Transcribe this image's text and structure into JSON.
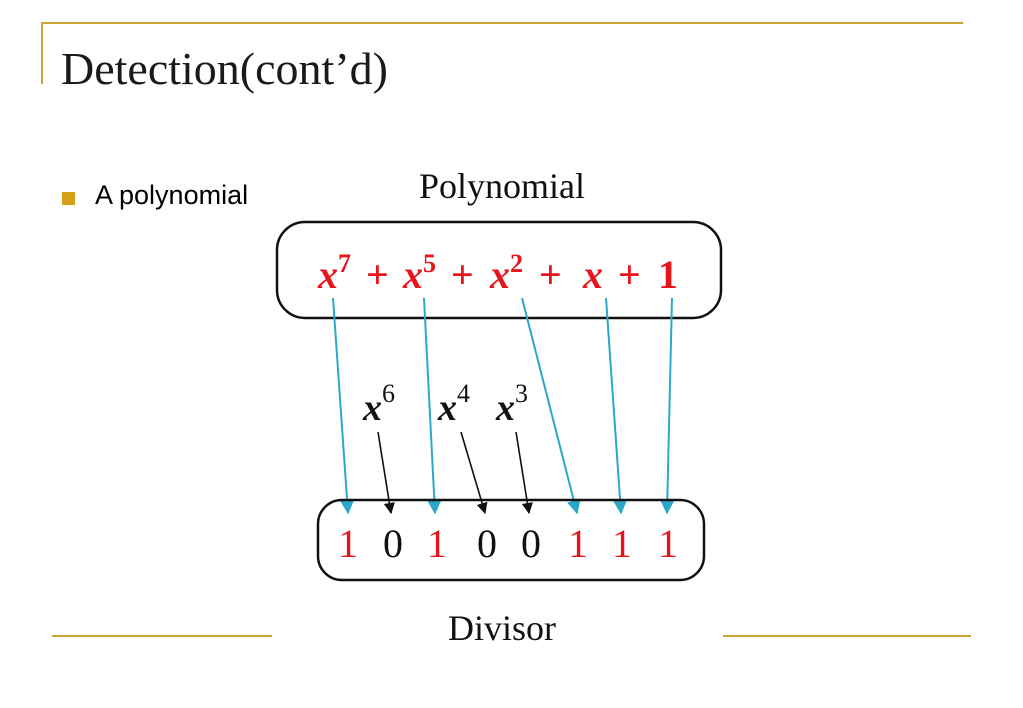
{
  "slide": {
    "title": "Detection(cont’d)",
    "bullet_text": "A polynomial"
  },
  "figure": {
    "polynomial_label": "Polynomial",
    "divisor_label": "Divisor",
    "polynomial_terms": [
      {
        "base": "x",
        "exp": "7"
      },
      {
        "op": "+"
      },
      {
        "base": "x",
        "exp": "5"
      },
      {
        "op": "+"
      },
      {
        "base": "x",
        "exp": "2"
      },
      {
        "op": "+"
      },
      {
        "base": "x"
      },
      {
        "op": "+"
      },
      {
        "base": "1"
      }
    ],
    "missing_terms": [
      {
        "base": "x",
        "exp": "6"
      },
      {
        "base": "x",
        "exp": "4"
      },
      {
        "base": "x",
        "exp": "3"
      }
    ],
    "divisor_bits": [
      "1",
      "0",
      "1",
      "0",
      "0",
      "1",
      "1",
      "1"
    ]
  },
  "colors": {
    "accent_rule": "#c9a437",
    "bullet": "#d4a017",
    "present_term": "#e8141b",
    "absent_term": "#111111",
    "arrow_present": "#2ba8c8",
    "arrow_absent": "#111111"
  }
}
